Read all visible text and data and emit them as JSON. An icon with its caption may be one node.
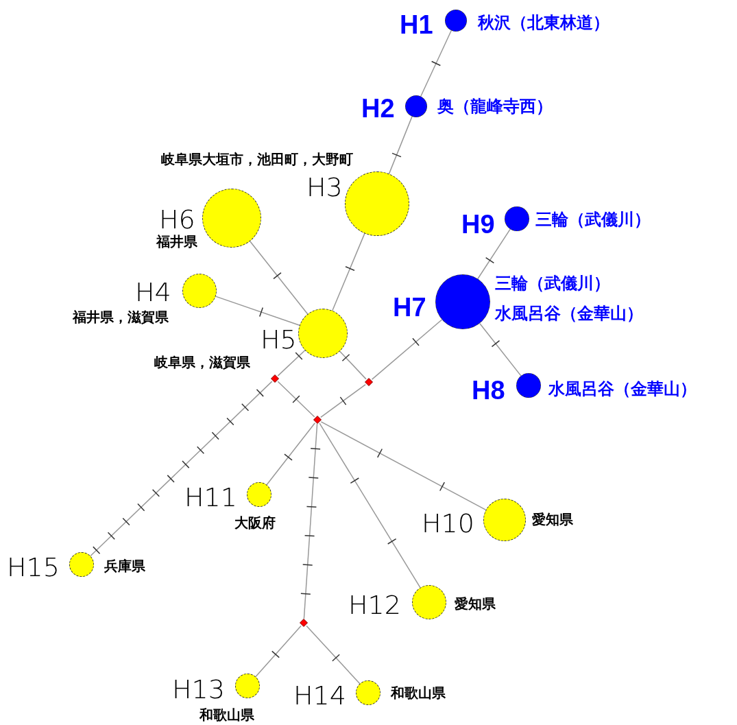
{
  "diagram": {
    "nodes": [
      {
        "text": [
          "H1",
          "秋沢（北東林道）"
        ]
      },
      {
        "text": [
          "H2",
          "奥（龍峰寺西）"
        ]
      },
      {
        "text": [
          "岐阜県大垣市，池田町，大野町",
          "H3"
        ]
      },
      {
        "text": [
          "H6",
          "福井県"
        ]
      },
      {
        "text": [
          "H4",
          "福井県，滋賀県"
        ]
      },
      {
        "text": [
          "H5",
          "岐阜県，滋賀県"
        ]
      },
      {
        "text": [
          "H9",
          "三輪（武儀川）"
        ]
      },
      {
        "text": [
          "H7",
          "三輪（武儀川）",
          "水風呂谷（金華山）"
        ]
      },
      {
        "text": [
          "H8",
          "水風呂谷（金華山）"
        ]
      },
      {
        "text": [],
        "shape": "diamond"
      },
      {
        "text": [],
        "shape": "diamond"
      },
      {
        "text": [],
        "shape": "diamond"
      },
      {
        "text": [
          "H11",
          "大阪府"
        ]
      },
      {
        "text": [
          "H10",
          "愛知県"
        ]
      },
      {
        "text": [
          "H15",
          "兵庫県"
        ]
      },
      {
        "text": [
          "H12",
          "愛知県"
        ]
      },
      {
        "text": [],
        "shape": "diamond"
      },
      {
        "text": [
          "H13",
          "和歌山県"
        ]
      },
      {
        "text": [
          "H14",
          "和歌山県"
        ]
      }
    ],
    "edges": [
      {
        "from": 0,
        "to": 1,
        "arrow": "none"
      },
      {
        "from": 1,
        "to": 2,
        "arrow": "none"
      },
      {
        "from": 2,
        "to": 5,
        "arrow": "none"
      },
      {
        "from": 3,
        "to": 5,
        "arrow": "none"
      },
      {
        "from": 4,
        "to": 5,
        "arrow": "none"
      },
      {
        "from": 6,
        "to": 7,
        "arrow": "none"
      },
      {
        "from": 7,
        "to": 8,
        "arrow": "none"
      },
      {
        "from": 5,
        "to": 9,
        "arrow": "none"
      },
      {
        "from": 5,
        "to": 10,
        "arrow": "none"
      },
      {
        "from": 10,
        "to": 7,
        "arrow": "none"
      },
      {
        "from": 9,
        "to": 11,
        "arrow": "none"
      },
      {
        "from": 10,
        "to": 11,
        "arrow": "none"
      },
      {
        "from": 9,
        "to": 14,
        "arrow": "none"
      },
      {
        "from": 11,
        "to": 12,
        "arrow": "none"
      },
      {
        "from": 11,
        "to": 16,
        "arrow": "none"
      },
      {
        "from": 11,
        "to": 15,
        "arrow": "none"
      },
      {
        "from": 11,
        "to": 13,
        "arrow": "none"
      },
      {
        "from": 16,
        "to": 17,
        "arrow": "none"
      },
      {
        "from": 16,
        "to": 18,
        "arrow": "none"
      }
    ]
  }
}
